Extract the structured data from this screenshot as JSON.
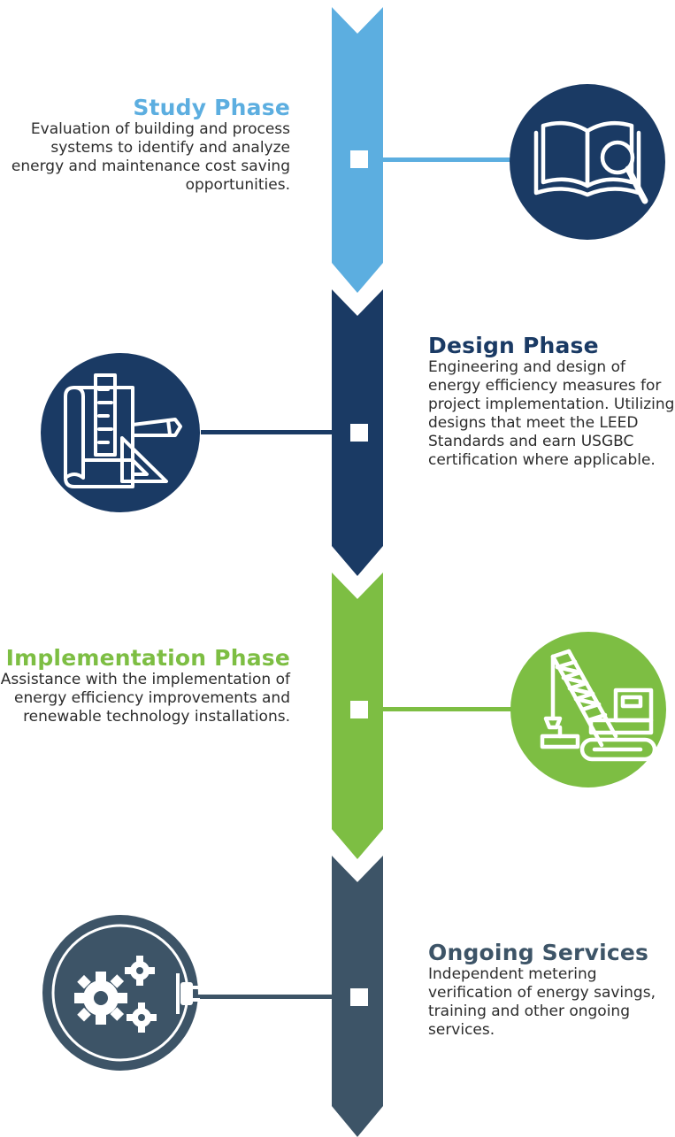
{
  "colors": {
    "study": "#5caee0",
    "design": "#1a3a64",
    "implementation": "#7dbe43",
    "ongoing": "#3d5467",
    "white": "#ffffff"
  },
  "phases": [
    {
      "key": "study",
      "title": "Study Phase",
      "description": "Evaluation of building and process systems to identify and analyze energy and maintenance cost saving opportunities.",
      "icon": "book-magnifier-icon"
    },
    {
      "key": "design",
      "title": "Design Phase",
      "description": "Engineering and design of energy efficiency measures for project implementation. Utilizing designs that meet the LEED Standards and earn USGBC certification where applicable.",
      "icon": "blueprint-ruler-pencil-icon"
    },
    {
      "key": "implementation",
      "title": "Implementation Phase",
      "description": "Assistance with the implementation of energy efficiency improvements and renewable technology installations.",
      "icon": "crawler-crane-icon"
    },
    {
      "key": "ongoing",
      "title": "Ongoing Services",
      "description": "Independent metering verification of energy savings, training and other ongoing services.",
      "icon": "gears-plug-icon"
    }
  ]
}
